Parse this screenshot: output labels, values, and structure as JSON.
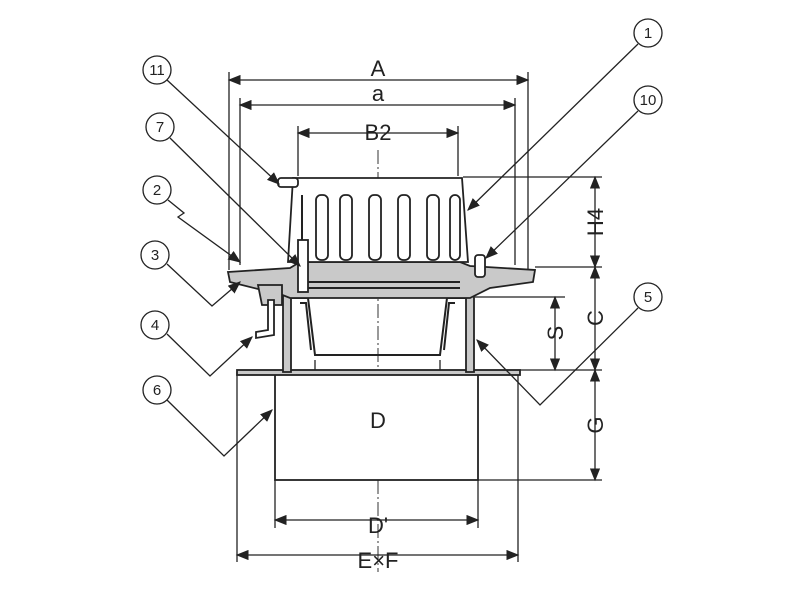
{
  "diagram": {
    "dimensions": {
      "A": "A",
      "a": "a",
      "B2": "B2",
      "H4": "H4",
      "C": "C",
      "S": "S",
      "G": "G",
      "D": "D",
      "D_prime": "D'",
      "ExF": "E×F"
    },
    "callouts": {
      "c1": "1",
      "c2": "2",
      "c3": "3",
      "c4": "4",
      "c5": "5",
      "c6": "6",
      "c7": "7",
      "c10": "10",
      "c11": "11"
    },
    "colors": {
      "line": "#222222",
      "fill": "#c9c9c9"
    }
  }
}
